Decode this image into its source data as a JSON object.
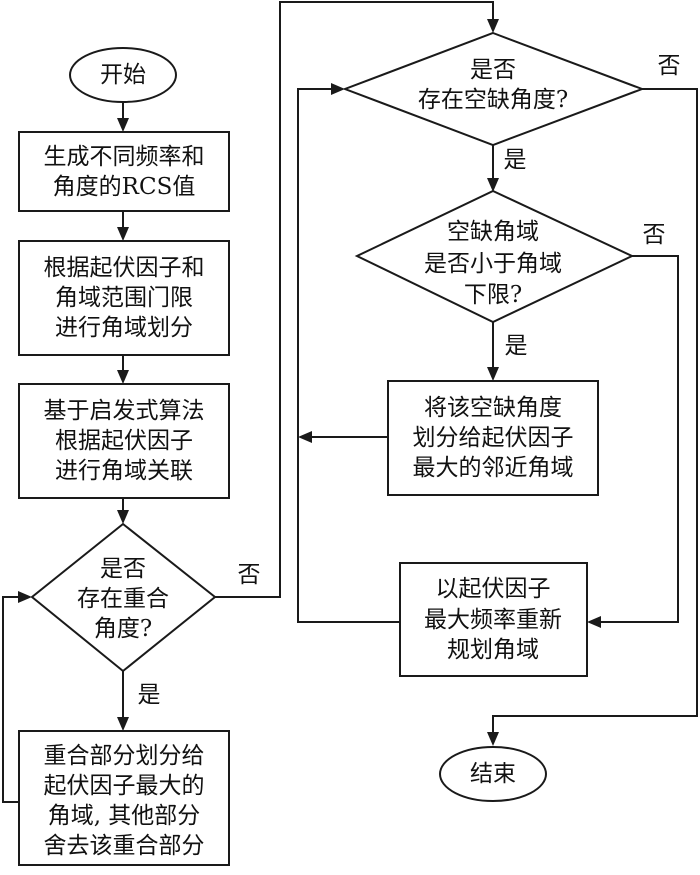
{
  "flowchart": {
    "colors": {
      "line": "#1a1a1a",
      "text": "#111111",
      "background": "#ffffff"
    },
    "nodes": {
      "start": {
        "type": "terminator",
        "lines": [
          "开始"
        ]
      },
      "gen_rcs": {
        "type": "process",
        "lines": [
          "生成不同频率和",
          "角度的RCS值"
        ]
      },
      "partition": {
        "type": "process",
        "lines": [
          "根据起伏因子和",
          "角域范围门限",
          "进行角域划分"
        ]
      },
      "associate": {
        "type": "process",
        "lines": [
          "基于启发式算法",
          "根据起伏因子",
          "进行角域关联"
        ]
      },
      "overlap_check": {
        "type": "decision",
        "lines": [
          "是否",
          "存在重合",
          "角度?"
        ]
      },
      "overlap_assign": {
        "type": "process",
        "lines": [
          "重合部分划分给",
          "起伏因子最大的",
          "角域, 其他部分",
          "舍去该重合部分"
        ]
      },
      "gap_check": {
        "type": "decision",
        "lines": [
          "是否",
          "存在空缺角度?"
        ]
      },
      "gap_size_check": {
        "type": "decision",
        "lines": [
          "空缺角域",
          "是否小于角域",
          "下限?"
        ]
      },
      "gap_assign": {
        "type": "process",
        "lines": [
          "将该空缺角度",
          "划分给起伏因子",
          "最大的邻近角域"
        ]
      },
      "replan": {
        "type": "process",
        "lines": [
          "以起伏因子",
          "最大频率重新",
          "规划角域"
        ]
      },
      "end": {
        "type": "terminator",
        "lines": [
          "结束"
        ]
      }
    },
    "edge_labels": {
      "overlap_yes": "是",
      "overlap_no": "否",
      "gap_yes": "是",
      "gap_no": "否",
      "gap_size_yes": "是",
      "gap_size_no": "否"
    },
    "edges": [
      {
        "from": "start",
        "to": "gen_rcs"
      },
      {
        "from": "gen_rcs",
        "to": "partition"
      },
      {
        "from": "partition",
        "to": "associate"
      },
      {
        "from": "associate",
        "to": "overlap_check"
      },
      {
        "from": "overlap_check",
        "to": "overlap_assign",
        "label": "是"
      },
      {
        "from": "overlap_assign",
        "to": "overlap_check"
      },
      {
        "from": "overlap_check",
        "to": "gap_check",
        "label": "否"
      },
      {
        "from": "gap_check",
        "to": "gap_size_check",
        "label": "是"
      },
      {
        "from": "gap_check",
        "to": "end",
        "label": "否"
      },
      {
        "from": "gap_size_check",
        "to": "gap_assign",
        "label": "是"
      },
      {
        "from": "gap_size_check",
        "to": "replan",
        "label": "否"
      },
      {
        "from": "gap_assign",
        "to": "gap_check"
      },
      {
        "from": "replan",
        "to": "gap_check"
      }
    ]
  }
}
